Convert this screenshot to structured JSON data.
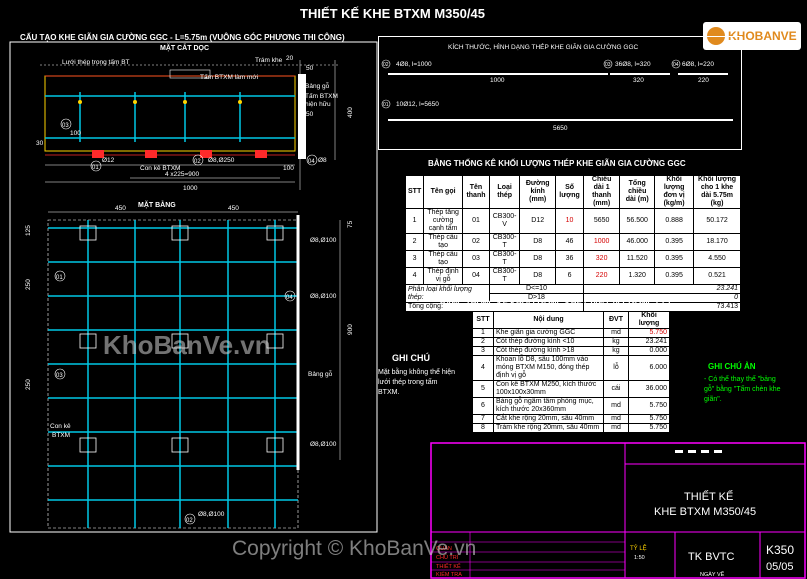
{
  "title": "THIẾT KẾ KHE BTXM M350/45",
  "watermarks": {
    "center": "KhoBanVe.vn",
    "copyright": "Copyright © KhoBanVe.vn"
  },
  "logo": {
    "text": "KHOBANVE"
  },
  "section_structure": {
    "heading": "CẤU TẠO KHE GIÃN GIA CƯỜNG GGC - L=5.75m (VUÔNG GÓC PHƯƠNG THI CÔNG)",
    "long_section": "MẶT CẮT DỌC",
    "plan": "MẶT BẰNG",
    "labels": {
      "mesh": "Lưới thép trong tấm BT",
      "new_slab": "Tấm BTXM làm mới",
      "seal": "Trám khe",
      "board": "Bảng gỗ",
      "existing_slab_1": "Tấm BTXM",
      "existing_slab_2": "hiện hữu",
      "chair": "Con kê BTXM",
      "spacing": "4 x225=900",
      "chair_plan_1": "Con kê",
      "chair_plan_2": "BTXM",
      "board_plan": "Bảng gỗ"
    },
    "dims": {
      "d20": "20",
      "d50a": "50",
      "d50b": "50",
      "d400": "400",
      "d30": "30",
      "d100a": "100",
      "d100b": "100",
      "d1000": "1000",
      "d450a": "450",
      "d450b": "450",
      "d125": "125",
      "d75": "75",
      "d900": "900",
      "d250a": "250",
      "d250b": "250"
    },
    "bubbles": {
      "b01": "01",
      "b02": "02",
      "b03": "03",
      "b04": "04"
    },
    "callouts": {
      "c12": "Ø12",
      "c8_250": "Ø8,Ø250",
      "c8_a": "Ø8",
      "c8_100": "Ø8,Ø100",
      "c8_b": "Ø8,Ø100",
      "c8_c": "Ø8,Ø100",
      "c8_d": "Ø8,Ø100"
    }
  },
  "shape_section": {
    "heading": "KÍCH THƯỚC, HÌNH DẠNG THÉP KHE GIÃN GIA CƯỜNG GGC",
    "bars": [
      {
        "tag": "02",
        "label": "4Ø8, l=1000",
        "length": "1000"
      },
      {
        "tag": "03",
        "label": "36Ø8, l=320",
        "length": "320"
      },
      {
        "tag": "04",
        "label": "6Ø8, l=220",
        "length": "220"
      },
      {
        "tag": "01",
        "label": "10Ø12, l=5650",
        "length": "5650"
      }
    ]
  },
  "steel_table": {
    "heading": "BẢNG THỐNG KÊ KHỐI LƯỢNG THÉP KHE GIÃN GIA CƯỜNG GGC",
    "headers": [
      "STT",
      "Tên gọi",
      "Tên thanh",
      "Loại thép",
      "Đường kính (mm)",
      "Số lượng",
      "Chiều dài 1 thanh (mm)",
      "Tổng chiều dài (m)",
      "Khối lượng đơn vị (kg/m)",
      "Khối lượng cho 1 khe dài 5.75m (kg)"
    ],
    "rows": [
      [
        "1",
        "Thép tăng cường cạnh tấm",
        "01",
        "CB300-V",
        "D12",
        "10",
        "5650",
        "56.500",
        "0.888",
        "50.172"
      ],
      [
        "2",
        "Thép cấu tạo",
        "02",
        "CB300-T",
        "D8",
        "46",
        "1000",
        "46.000",
        "0.395",
        "18.170"
      ],
      [
        "3",
        "Thép cấu tạo",
        "03",
        "CB300-T",
        "D8",
        "36",
        "320",
        "11.520",
        "0.395",
        "4.550"
      ],
      [
        "4",
        "Thép định vị gỗ",
        "04",
        "CB300-T",
        "D8",
        "6",
        "220",
        "1.320",
        "0.395",
        "0.521"
      ]
    ],
    "split_label": "Phân loại khối lượng thép:",
    "split": [
      {
        "cond": "D<=10",
        "value": "23.241"
      },
      {
        "cond": "D>18",
        "value": "0"
      }
    ],
    "total_label": "Tổng cộng:",
    "total": "73.413"
  },
  "volume_table": {
    "heading": "BẢNG THỐNG KÊ KHỐI LƯỢNG KHE GIÃN GIA CƯỜNG GGC",
    "headers": [
      "STT",
      "Nội dung",
      "ĐVT",
      "Khối lượng"
    ],
    "rows": [
      [
        "1",
        "Khe giãn gia cường GGC",
        "md",
        "5.750"
      ],
      [
        "2",
        "Cốt thép đường kính <10",
        "kg",
        "23.241"
      ],
      [
        "3",
        "Cốt thép đường kính >18",
        "kg",
        "0.000"
      ],
      [
        "4",
        "Khoan lỗ D8, sâu 100mm vào móng BTXM M150, đóng thép định vị gỗ",
        "lỗ",
        "6.000"
      ],
      [
        "5",
        "Con kê BTXM M250, kích thước 100x100x30mm",
        "cái",
        "36.000"
      ],
      [
        "6",
        "Bảng gỗ ngâm tẩm phòng mục, kích thước 20x360mm",
        "md",
        "5.750"
      ],
      [
        "7",
        "Cắt khe rộng 20mm, sâu 40mm",
        "md",
        "5.750"
      ],
      [
        "8",
        "Trám khe rộng 20mm, sâu 40mm",
        "md",
        "5.750"
      ]
    ]
  },
  "note_left": {
    "title": "GHI CHÚ",
    "text": "Mặt bằng không thể hiện lưới thép trong tấm BTXM."
  },
  "note_right": {
    "title": "GHI CHÚ ẢN",
    "text": "- Có thể thay thế \"bảng gỗ\" bằng \"Tấm chèn khe giãn\"."
  },
  "title_block": {
    "project_1": "THIẾT KẾ",
    "project_2": "KHE BTXM M350/45",
    "labels": [
      "QUẢN",
      "CHỦ TRÌ",
      "THIẾT KẾ",
      "KIỂM TRA"
    ],
    "scale_label": "TỶ LỆ",
    "scale_value": "1:50",
    "stage": "TK BVTC",
    "code": "K350",
    "sheet": "05/05",
    "date_label": "NGÀY VẼ"
  },
  "colors": {
    "cyan": "#00c8e6",
    "red": "#ff2a2a",
    "magenta": "#ff00ff",
    "green": "#00ff00",
    "yellow": "#ffd400"
  }
}
